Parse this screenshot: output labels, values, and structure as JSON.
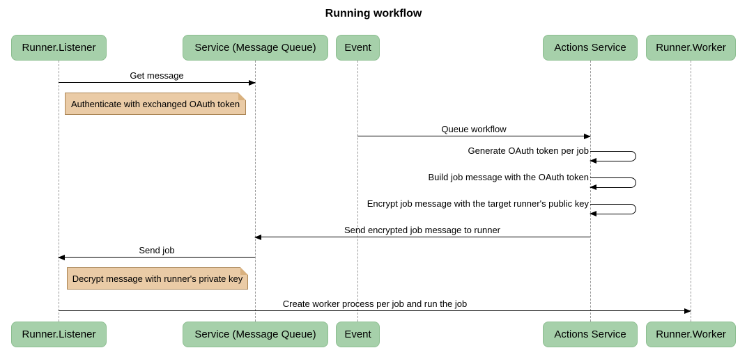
{
  "title": "Running workflow",
  "participants": [
    {
      "label": "Runner.Listener"
    },
    {
      "label": "Service (Message Queue)"
    },
    {
      "label": "Event"
    },
    {
      "label": "Actions Service"
    },
    {
      "label": "Runner.Worker"
    }
  ],
  "messages": [
    {
      "kind": "arrow",
      "from": "Runner.Listener",
      "to": "Service (Message Queue)",
      "label": "Get message"
    },
    {
      "kind": "note",
      "near": "Runner.Listener",
      "label": "Authenticate with exchanged OAuth token"
    },
    {
      "kind": "arrow",
      "from": "Event",
      "to": "Actions Service",
      "label": "Queue workflow"
    },
    {
      "kind": "self",
      "actor": "Actions Service",
      "label": "Generate OAuth token per job"
    },
    {
      "kind": "self",
      "actor": "Actions Service",
      "label": "Build job message with the OAuth token"
    },
    {
      "kind": "self",
      "actor": "Actions Service",
      "label": "Encrypt job message with the target runner's public key"
    },
    {
      "kind": "arrow",
      "from": "Actions Service",
      "to": "Service (Message Queue)",
      "label": "Send encrypted job message to runner"
    },
    {
      "kind": "arrow",
      "from": "Service (Message Queue)",
      "to": "Runner.Listener",
      "label": "Send job"
    },
    {
      "kind": "note",
      "near": "Runner.Listener",
      "label": "Decrypt message with runner's private key"
    },
    {
      "kind": "arrow",
      "from": "Runner.Listener",
      "to": "Runner.Worker",
      "label": "Create worker process per job and run the job"
    }
  ],
  "colors": {
    "actor_fill": "#A6D0AA",
    "actor_border": "#8CBE90",
    "note_fill": "#EACBA6",
    "note_border": "#AA8453",
    "lifeline": "#999999",
    "arrow": "#000000",
    "background": "#FFFFFF"
  }
}
